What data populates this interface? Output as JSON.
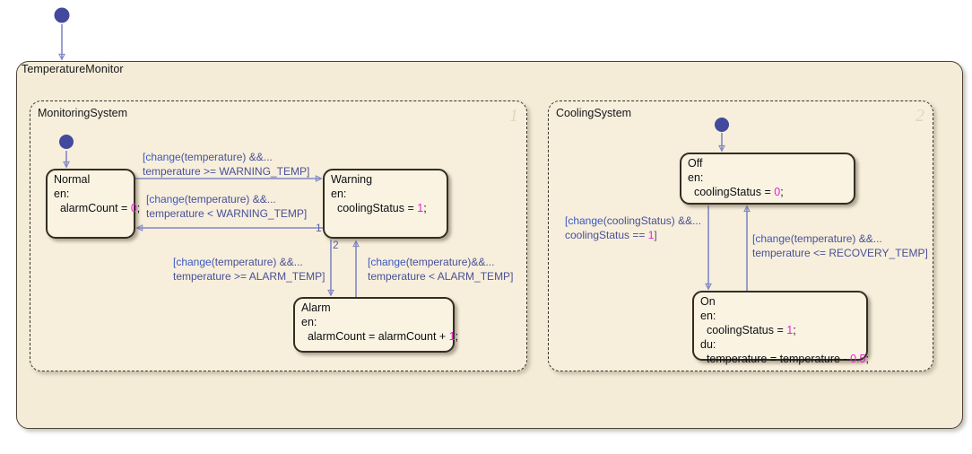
{
  "chart": {
    "name": "TemperatureMonitor",
    "fill": "#f5ecd7",
    "border": "#4a4336"
  },
  "subcharts": [
    {
      "name": "MonitoringSystem",
      "order": "1"
    },
    {
      "name": "CoolingSystem",
      "order": "2"
    }
  ],
  "states": {
    "normal": {
      "name": "Normal",
      "body": "en:\n  alarmCount = ",
      "lit": "0",
      "tail": ";"
    },
    "warning": {
      "name": "Warning",
      "body": "en:\n  coolingStatus = ",
      "lit": "1",
      "tail": ";"
    },
    "alarm": {
      "name": "Alarm",
      "body": "en:\n  alarmCount = alarmCount + ",
      "lit": "1",
      "tail": ";"
    },
    "off": {
      "name": "Off",
      "body": "en:\n  coolingStatus = ",
      "lit": "0",
      "tail": ";"
    },
    "on": {
      "name": "On",
      "line1": "en:",
      "line2pre": "  coolingStatus = ",
      "line2lit": "1",
      "line2tail": ";",
      "line3": "du:",
      "line4pre": "  temperature = temperature - ",
      "line4lit": "0.5",
      "line4tail": ";"
    }
  },
  "transitions": {
    "normal_to_warning": {
      "kw": "[change",
      "mid": "(temperature) &&...",
      "cond": "temperature >= WARNING_TEMP]"
    },
    "warning_to_normal": {
      "kw": "[change",
      "mid": "(temperature) &&...",
      "cond": "temperature < WARNING_TEMP]"
    },
    "warning_to_alarm": {
      "kw": "[change",
      "mid": "(temperature) &&...",
      "cond": "temperature >= ALARM_TEMP]"
    },
    "alarm_to_warning": {
      "kw": "[change",
      "mid": "(temperature)&&...",
      "cond": "temperature < ALARM_TEMP]"
    },
    "off_to_on": {
      "kw": "[change",
      "mid": "(coolingStatus) &&...",
      "cond": "coolingStatus == ",
      "lit": "1",
      "tail": "]"
    },
    "on_to_off": {
      "kw": "[change",
      "mid": "(temperature) &&...",
      "cond": "temperature <= RECOVERY_TEMP]"
    }
  },
  "order_numbers": {
    "n1": "1",
    "n2": "2"
  },
  "colors": {
    "state_fill": "#faf3e2",
    "state_border": "#332d22",
    "transition_text": "#4a4f97",
    "keyword": "#3b57c4",
    "literal": "#e81cdf",
    "wire": "#8287c4",
    "junction": "#43499c"
  }
}
